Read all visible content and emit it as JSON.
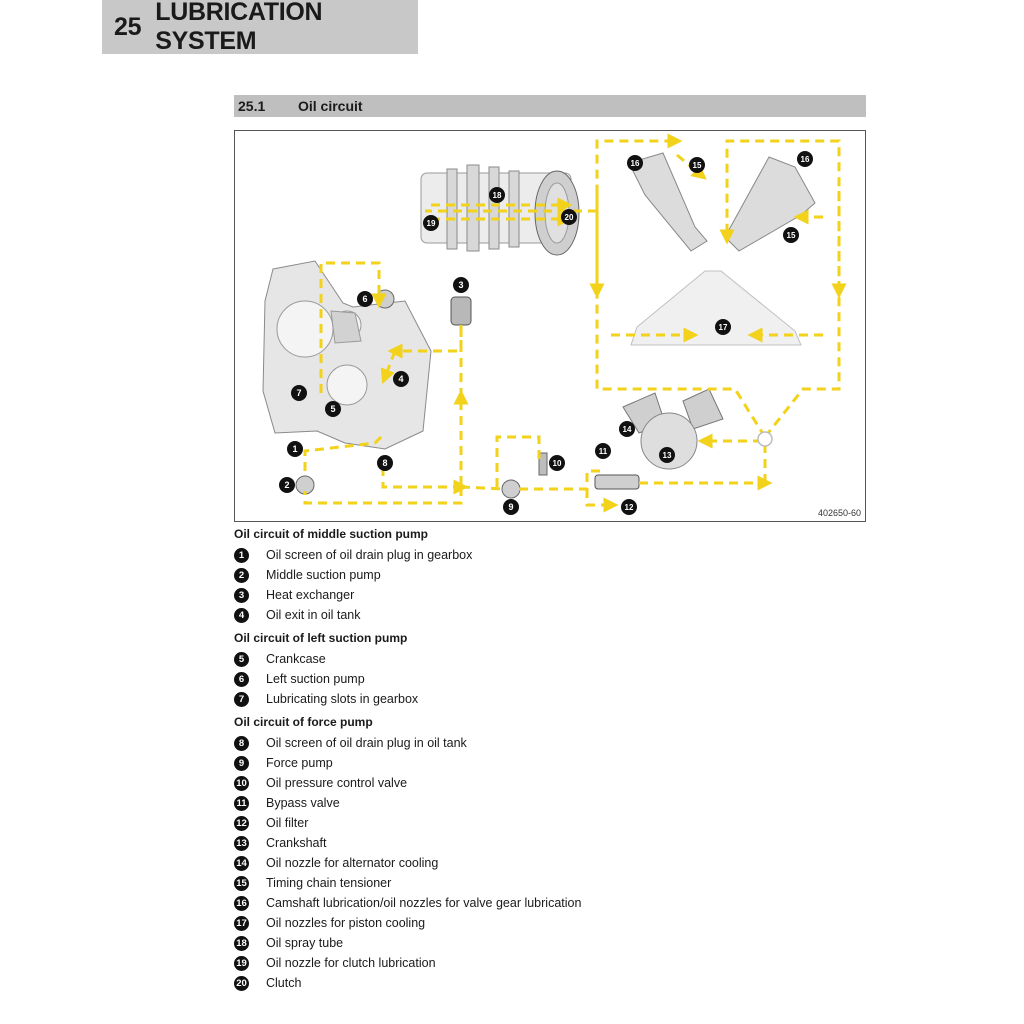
{
  "header": {
    "chapter_number": "25",
    "chapter_title": "LUBRICATION SYSTEM"
  },
  "section": {
    "number": "25.1",
    "title": "Oil circuit"
  },
  "figure": {
    "id": "402650-60",
    "callouts": [
      "1",
      "2",
      "3",
      "4",
      "5",
      "6",
      "7",
      "8",
      "9",
      "10",
      "11",
      "12",
      "13",
      "14",
      "15",
      "15",
      "16",
      "16",
      "17",
      "18",
      "19",
      "20"
    ]
  },
  "legend": {
    "groups": [
      {
        "title": "Oil circuit of middle suction pump",
        "items": [
          {
            "num": "1",
            "label": "Oil screen of oil drain plug in gearbox"
          },
          {
            "num": "2",
            "label": "Middle suction pump"
          },
          {
            "num": "3",
            "label": "Heat exchanger"
          },
          {
            "num": "4",
            "label": "Oil exit in oil tank"
          }
        ]
      },
      {
        "title": "Oil circuit of left suction pump",
        "items": [
          {
            "num": "5",
            "label": "Crankcase"
          },
          {
            "num": "6",
            "label": "Left suction pump"
          },
          {
            "num": "7",
            "label": "Lubricating slots in gearbox"
          }
        ]
      },
      {
        "title": "Oil circuit of force pump",
        "items": [
          {
            "num": "8",
            "label": "Oil screen of oil drain plug in oil tank"
          },
          {
            "num": "9",
            "label": "Force pump"
          },
          {
            "num": "10",
            "label": "Oil pressure control valve"
          },
          {
            "num": "11",
            "label": "Bypass valve"
          },
          {
            "num": "12",
            "label": "Oil filter"
          },
          {
            "num": "13",
            "label": "Crankshaft"
          },
          {
            "num": "14",
            "label": "Oil nozzle for alternator cooling"
          },
          {
            "num": "15",
            "label": "Timing chain tensioner"
          },
          {
            "num": "16",
            "label": "Camshaft lubrication/oil nozzles for valve gear lubrication"
          },
          {
            "num": "17",
            "label": "Oil nozzles for piston cooling"
          },
          {
            "num": "18",
            "label": "Oil spray tube"
          },
          {
            "num": "19",
            "label": "Oil nozzle for clutch lubrication"
          },
          {
            "num": "20",
            "label": "Clutch"
          }
        ]
      }
    ]
  },
  "colors": {
    "oil_path": "#f2d21b",
    "callout": "#111111",
    "header_bg": "#c8c8c8"
  }
}
